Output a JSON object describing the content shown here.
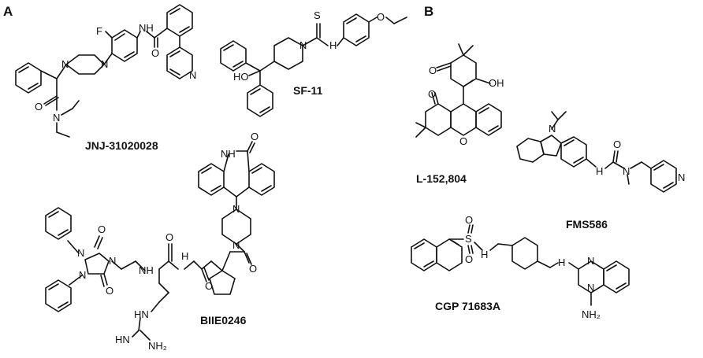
{
  "panels": {
    "a": {
      "label": "A"
    },
    "b": {
      "label": "B"
    }
  },
  "compounds": {
    "jnj": {
      "name": "JNJ-31020028"
    },
    "sf11": {
      "name": "SF-11"
    },
    "biie": {
      "name": "BIIE0246"
    },
    "l152": {
      "name": "L-152,804"
    },
    "fms": {
      "name": "FMS586"
    },
    "cgp": {
      "name": "CGP 71683A"
    }
  },
  "atoms": {
    "F": "F",
    "N": "N",
    "NH": "NH",
    "HN": "HN",
    "O": "O",
    "OH": "OH",
    "HO": "HO",
    "S": "S",
    "NH2": "NH2",
    "H": "H",
    "NH2_sub": "NH₂"
  }
}
